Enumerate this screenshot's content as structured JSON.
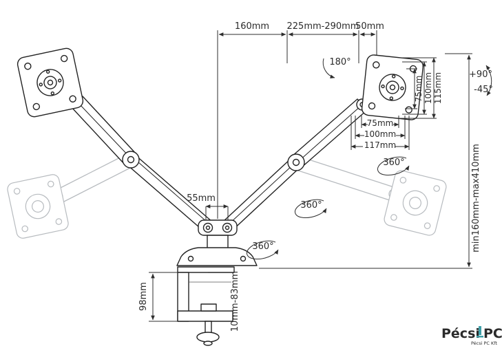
{
  "dimensions": {
    "top": {
      "width": "160mm",
      "reach": "225mm-290mm",
      "offset": "50mm"
    },
    "vesa_vertical": [
      "75mm",
      "100mm",
      "115mm"
    ],
    "vesa_horizontal": [
      "75mm",
      "100mm",
      "117mm"
    ],
    "pole_width": "55mm",
    "clamp_body_height": "98mm",
    "desk_thickness_range": "10mm-83mm",
    "height_adjustment": "min160mm-max410mm"
  },
  "rotations": {
    "head_swivel": "180°",
    "tilt_up": "+90°",
    "tilt_down": "-45°",
    "arm_rotation_top": "360°",
    "arm_rotation_middle": "360°",
    "arm_rotation_base": "360°"
  },
  "watermark": {
    "brand_primary": "Pécsi",
    "brand_secondary": "PC",
    "subtext": "Pécsi PC Kft"
  }
}
